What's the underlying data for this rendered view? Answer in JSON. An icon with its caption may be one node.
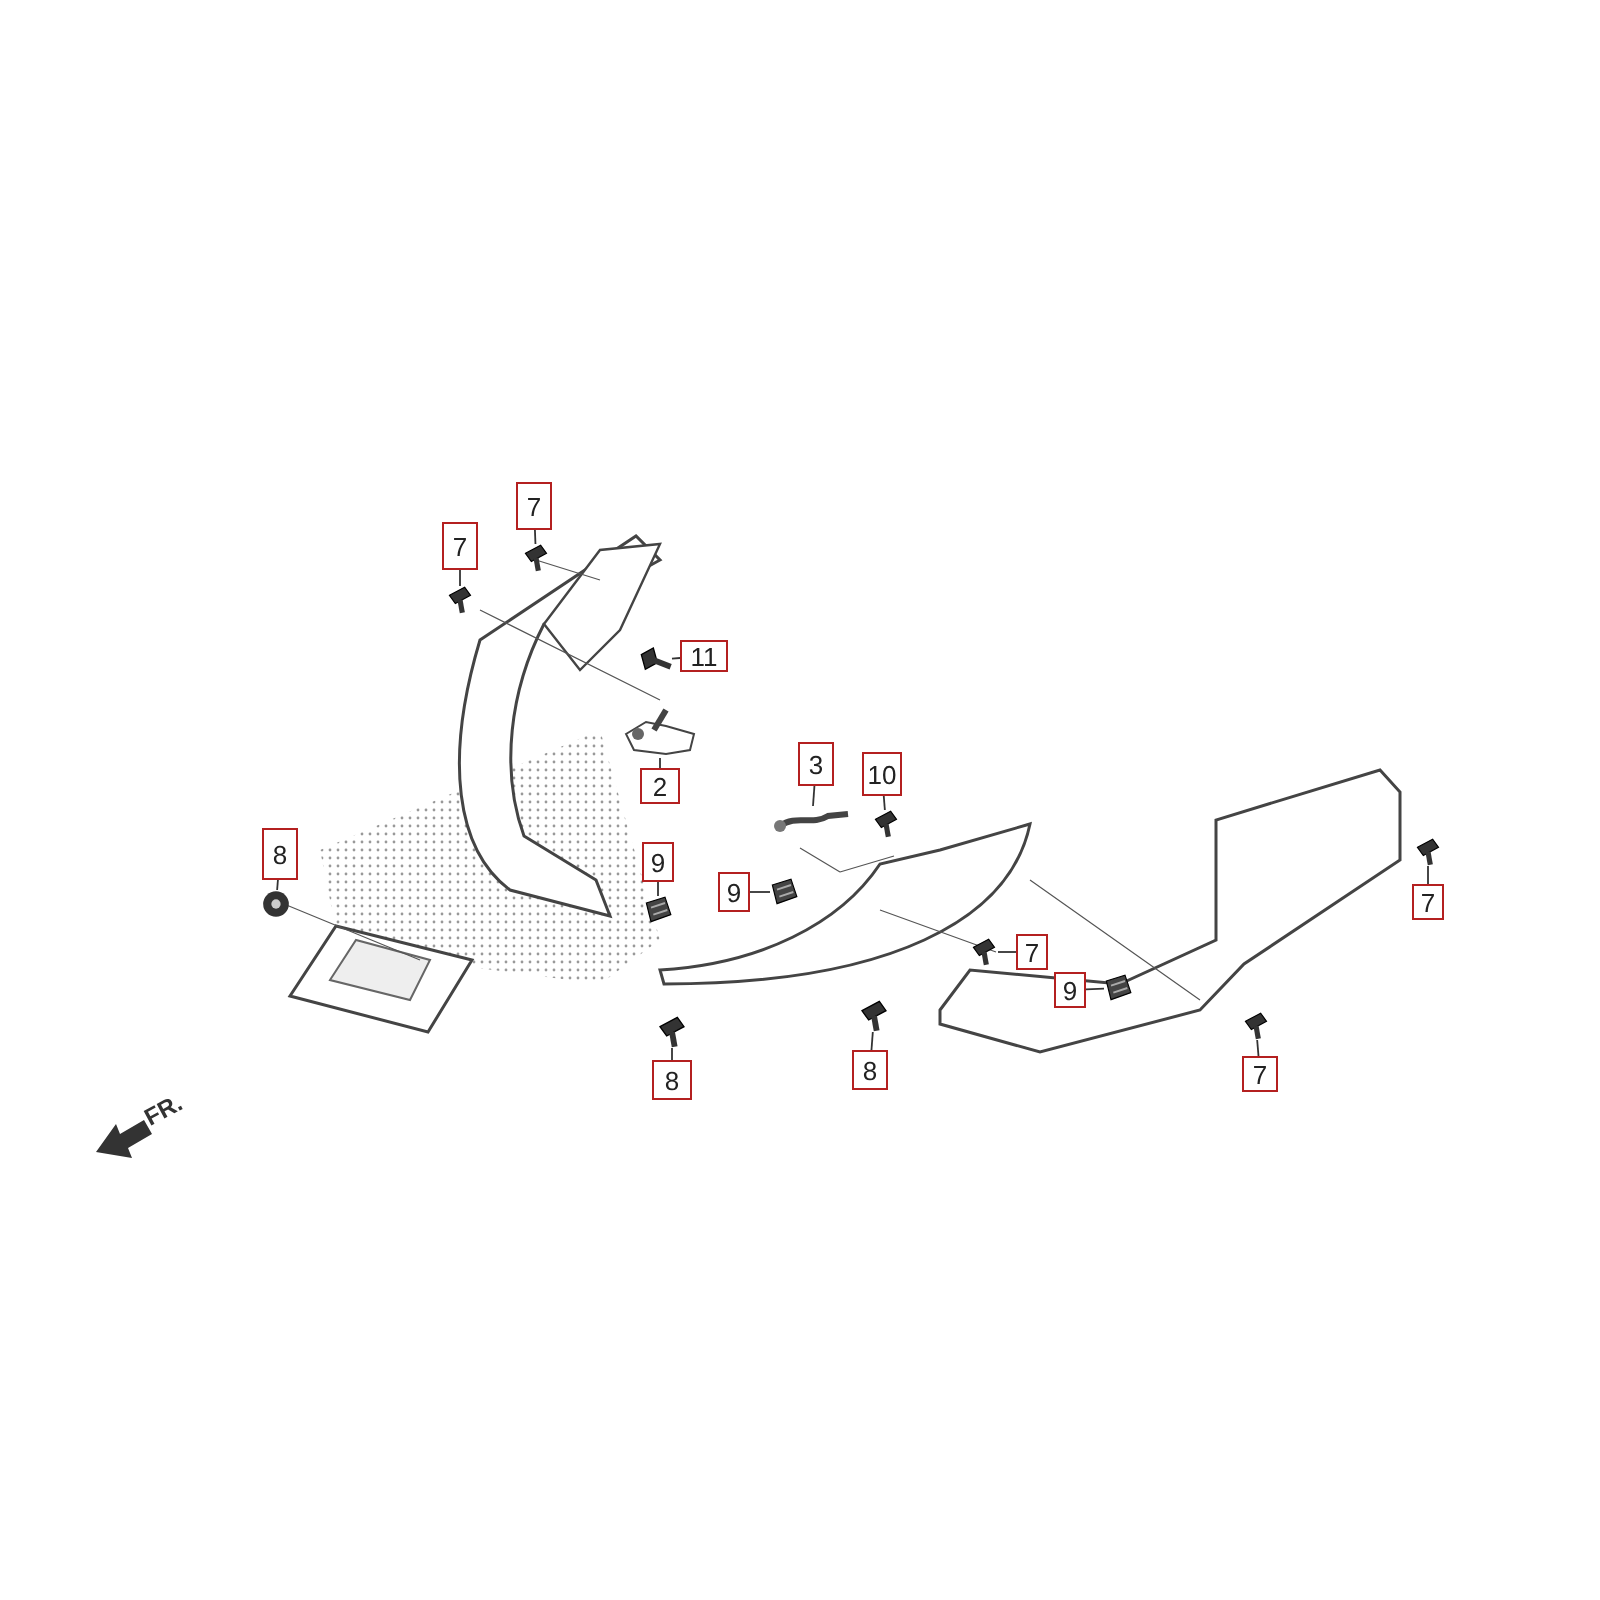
{
  "diagram": {
    "nodes": [
      {
        "text": [
          "7"
        ]
      },
      {
        "text": [
          "7"
        ]
      },
      {
        "text": [
          "11"
        ]
      },
      {
        "text": [
          "3"
        ]
      },
      {
        "text": [
          "10"
        ]
      },
      {
        "text": [
          "2"
        ]
      },
      {
        "text": [
          "8"
        ]
      },
      {
        "text": [
          "9"
        ]
      },
      {
        "text": [
          "9"
        ]
      },
      {
        "text": [
          "7"
        ]
      },
      {
        "text": [
          "7"
        ]
      },
      {
        "text": [
          "9"
        ]
      },
      {
        "text": [
          "8"
        ]
      },
      {
        "text": [
          "7"
        ]
      },
      {
        "text": [
          "8"
        ]
      },
      {
        "text": [],
        "shape": "picture"
      },
      {
        "text": [],
        "shape": "picture"
      },
      {
        "text": [],
        "shape": "picture"
      },
      {
        "text": [],
        "shape": "picture"
      },
      {
        "text": [],
        "shape": "picture"
      },
      {
        "text": [],
        "shape": "picture"
      },
      {
        "text": [],
        "shape": "picture"
      },
      {
        "text": [],
        "shape": "picture"
      },
      {
        "text": [],
        "shape": "picture"
      },
      {
        "text": [],
        "shape": "picture"
      },
      {
        "text": [],
        "shape": "picture"
      },
      {
        "text": [],
        "shape": "picture"
      },
      {
        "text": [],
        "shape": "picture"
      },
      {
        "text": [],
        "shape": "picture"
      },
      {
        "text": [],
        "shape": "picture"
      }
    ],
    "edges": [
      {
        "from": 0,
        "to": 15,
        "arrow": "none"
      },
      {
        "from": 1,
        "to": 16,
        "arrow": "none"
      },
      {
        "from": 2,
        "to": 17,
        "arrow": "none"
      },
      {
        "from": 3,
        "to": 18,
        "arrow": "none"
      },
      {
        "from": 4,
        "to": 19,
        "arrow": "none"
      },
      {
        "from": 5,
        "to": 20,
        "arrow": "none"
      },
      {
        "from": 6,
        "to": 21,
        "arrow": "none"
      },
      {
        "from": 7,
        "to": 22,
        "arrow": "none"
      },
      {
        "from": 8,
        "to": 23,
        "arrow": "none"
      },
      {
        "from": 9,
        "to": 24,
        "arrow": "none"
      },
      {
        "from": 10,
        "to": 25,
        "arrow": "none"
      },
      {
        "from": 11,
        "to": 26,
        "arrow": "none"
      },
      {
        "from": 12,
        "to": 27,
        "arrow": "none"
      },
      {
        "from": 13,
        "to": 28,
        "arrow": "none"
      },
      {
        "from": 14,
        "to": 29,
        "arrow": "none"
      }
    ],
    "labels": [
      "FR."
    ]
  }
}
